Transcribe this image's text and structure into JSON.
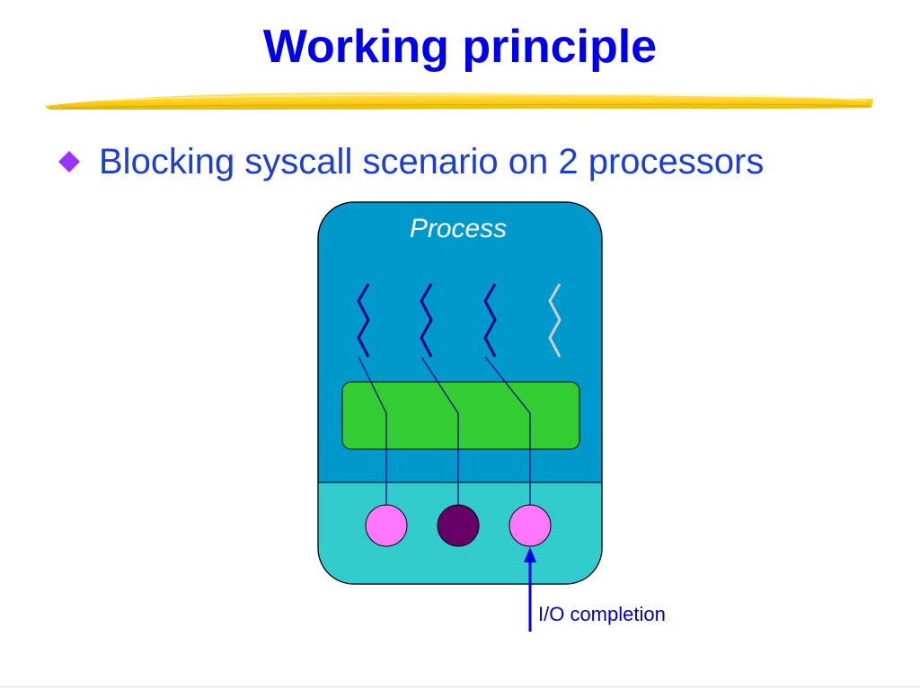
{
  "slide": {
    "title": "Working principle",
    "bullet": "Blocking syscall scenario on 2 processors"
  },
  "diagram": {
    "process_label": "Process",
    "io_label": "I/O completion",
    "threads": [
      {
        "id": "thread-1",
        "state": "active"
      },
      {
        "id": "thread-2",
        "state": "active"
      },
      {
        "id": "thread-3",
        "state": "active"
      },
      {
        "id": "thread-4",
        "state": "idle"
      }
    ],
    "processors": [
      {
        "id": "processor-1",
        "state": "available"
      },
      {
        "id": "processor-2",
        "state": "blocked"
      },
      {
        "id": "processor-3",
        "state": "available"
      }
    ]
  },
  "colors": {
    "title": "#0000ee",
    "bullet_text": "#1a3ddb",
    "bullet_diamond": "#9933ff",
    "underline": "#ffd740",
    "process_fill": "#0099cc",
    "kernel_fill": "#33cccc",
    "scheduler_fill": "#33cc33",
    "thread_active": "#000080",
    "thread_idle": "#cccccc",
    "processor_available": "#ff77ff",
    "processor_blocked": "#660066",
    "arrow": "#0000ee"
  }
}
